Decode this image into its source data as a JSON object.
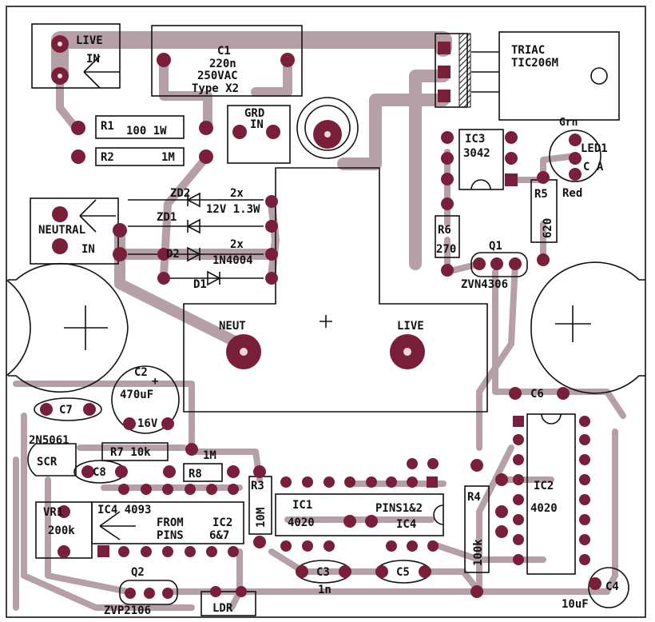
{
  "colors": {
    "background": "#ffffff",
    "trace": "#b6a0a8",
    "pad": "#7a1f3a",
    "outline": "#111111"
  },
  "labels": {
    "live_in_1": "LIVE",
    "live_in_2": "IN",
    "c1_name": "C1",
    "c1_val": "220n",
    "c1_volt": "250VAC",
    "c1_type": "Type X2",
    "triac_1": "TRIAC",
    "triac_2": "TIC206M",
    "r1_name": "R1",
    "r1_val": "100  1W",
    "r2_name": "R2",
    "r2_val": "1M",
    "grd_1": "GRD",
    "grd_2": "IN",
    "ic3_name": "IC3",
    "ic3_val": "3042",
    "grn": "Grn",
    "led1": "LED1",
    "led_ca": "C  A",
    "r5_name": "R5",
    "r5_val": "620",
    "red": "Red",
    "zd2": "ZD2",
    "zd_count": "2x",
    "zd_val": "12V  1.3W",
    "zd1": "ZD1",
    "neutral_1": "NEUTRAL",
    "neutral_2": "IN",
    "d2": "D2",
    "d_count": "2x",
    "d_val": "1N4004",
    "d1": "D1",
    "r6_name": "R6",
    "r6_val": "270",
    "q1": "Q1",
    "zvn": "ZVN4306",
    "neut_pad": "NEUT",
    "live_pad": "LIVE",
    "c2_name": "C2",
    "c2_val": "470uF",
    "c2_volt": "16V",
    "c2_plus": "+",
    "c6": "C6",
    "c7": "C7",
    "scr_1": "2N5061",
    "scr_2": "SCR",
    "r7": "R7  10k",
    "r8_val": "1M",
    "r8_name": "R8",
    "c8": "C8",
    "r3_name": "R3",
    "r3_val": "10M",
    "ic1_name": "IC1",
    "ic1_val": "4020",
    "pins12": "PINS1&2",
    "ic4_name": "IC4",
    "r4_name": "R4",
    "r4_val": "100k",
    "ic2_name": "IC2",
    "ic2_val": "4020",
    "vr1_name": "VR1",
    "vr1_val": "200k",
    "ic4_part": "IC4 4093",
    "from": "FROM",
    "ic2_pins": "IC2",
    "pins": "PINS",
    "pin_nums": "6&7",
    "c3": "C3",
    "c3_val": "1n",
    "c5": "C5",
    "c4": "C4",
    "c4_val": "10uF",
    "q2": "Q2",
    "zvp": "ZVP2106",
    "ldr": "LDR"
  }
}
